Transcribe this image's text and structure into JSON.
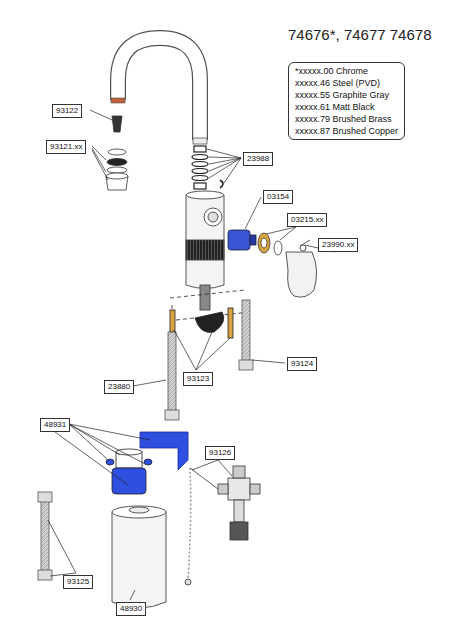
{
  "diagram": {
    "title": "74676*, 74677 74678",
    "nodes": [
      {
        "text": [
          "*xxxxx.00 Chrome",
          "xxxxx.46 Steel (PVD)",
          "xxxxx.55 Graphite Gray",
          "xxxxx.61 Matt Black",
          "xxxxx.79 Brushed Brass",
          "xxxxx.87 Brushed Copper"
        ]
      },
      {
        "text": [
          "93122"
        ]
      },
      {
        "text": [
          "93121.xx"
        ]
      },
      {
        "text": [
          "23988"
        ]
      },
      {
        "text": [
          "03154"
        ]
      },
      {
        "text": [
          "03215.xx"
        ]
      },
      {
        "text": [
          "23990.xx"
        ]
      },
      {
        "text": [
          "93124"
        ]
      },
      {
        "text": [
          "93123"
        ]
      },
      {
        "text": [
          "23880"
        ]
      },
      {
        "text": [
          "48931"
        ]
      },
      {
        "text": [
          "93126"
        ]
      },
      {
        "text": [
          "93125"
        ]
      },
      {
        "text": [
          "48930"
        ]
      }
    ]
  }
}
